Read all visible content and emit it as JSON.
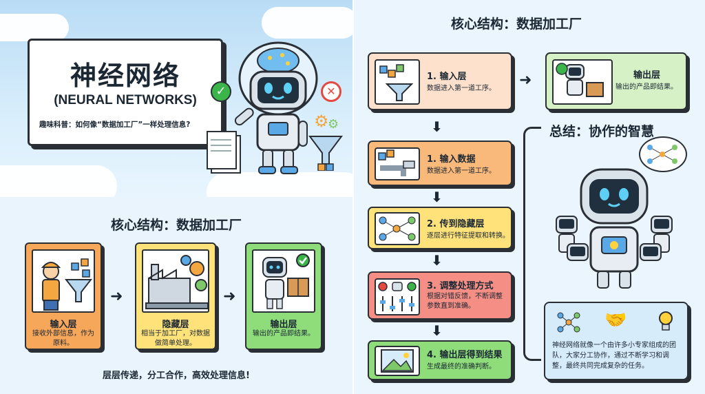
{
  "title_card": {
    "title": "神经网络",
    "subtitle": "(NEURAL NETWORKS)",
    "note": "趣味科普：如何像“数据加工厂”一样处理信息?"
  },
  "left_section": {
    "heading": "核心结构：数据加工厂",
    "cards": [
      {
        "title": "输入层",
        "desc": "接收外部信息，作为原料。",
        "color": "#f7a75a"
      },
      {
        "title": "隐藏层",
        "desc": "相当于加工厂，对数据做简单处理。",
        "color": "#ffe27a"
      },
      {
        "title": "输出层",
        "desc": "输出的产品即结果。",
        "color": "#8fdc7b"
      }
    ],
    "footer": "层层传递，分工合作，高效处理信息!"
  },
  "right_section": {
    "heading": "核心结构：数据加工厂",
    "top_input": {
      "title": "1. 输入层",
      "desc": "数据进入第一道工序。"
    },
    "top_output": {
      "title": "输出层",
      "desc": "输出的产品即结果。"
    },
    "steps": [
      {
        "title": "1. 输入数据",
        "desc": "数据进入第一道工序。",
        "color": "#f9b97a"
      },
      {
        "title": "2. 传到隐藏层",
        "desc": "逐层进行特征提取和转换。",
        "color": "#ffe27a"
      },
      {
        "title": "3. 调整处理方式",
        "desc": "根据对错反馈，不断调整参数直到准确。",
        "color": "#f58f86"
      },
      {
        "title": "4. 输出层得到结果",
        "desc": "生成最终的准确判断。",
        "color": "#8fdc7b"
      }
    ],
    "summary_heading": "总结：协作的智慧",
    "summary_text": "神经网络就像一个由许多小专家组成的团队，大家分工协作，通过不断学习和调整，最终共同完成复杂的任务。"
  },
  "colors": {
    "accent_green": "#3bb54a",
    "accent_red": "#e5483f",
    "robot_blue": "#5aa8e6"
  }
}
